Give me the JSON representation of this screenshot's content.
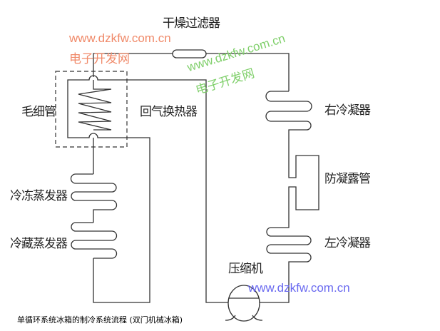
{
  "labels": {
    "drier": "干燥过滤器",
    "capillary": "毛细管",
    "heat_exchanger": "回气换热器",
    "right_condenser": "右冷凝器",
    "anti_condensation": "防凝露管",
    "left_condenser": "左冷凝器",
    "compressor": "压缩机",
    "freezer_evaporator": "冷冻蒸发器",
    "fridge_evaporator": "冷藏蒸发器"
  },
  "caption": "单循环系统冰箱的制冷系统流程 (双门机械冰箱)",
  "watermarks": {
    "orange_url": "www.dzkfw.com.cn",
    "orange_name": "电子开发网",
    "green_url": "www.dzkfw.com.cn",
    "green_name": "电子开发网",
    "blue_url": "www.dzkfw.com.cn"
  },
  "colors": {
    "line": "#333333",
    "orange": "#f08a6a",
    "green": "#7fcf6a",
    "blue": "#6a6af0"
  }
}
